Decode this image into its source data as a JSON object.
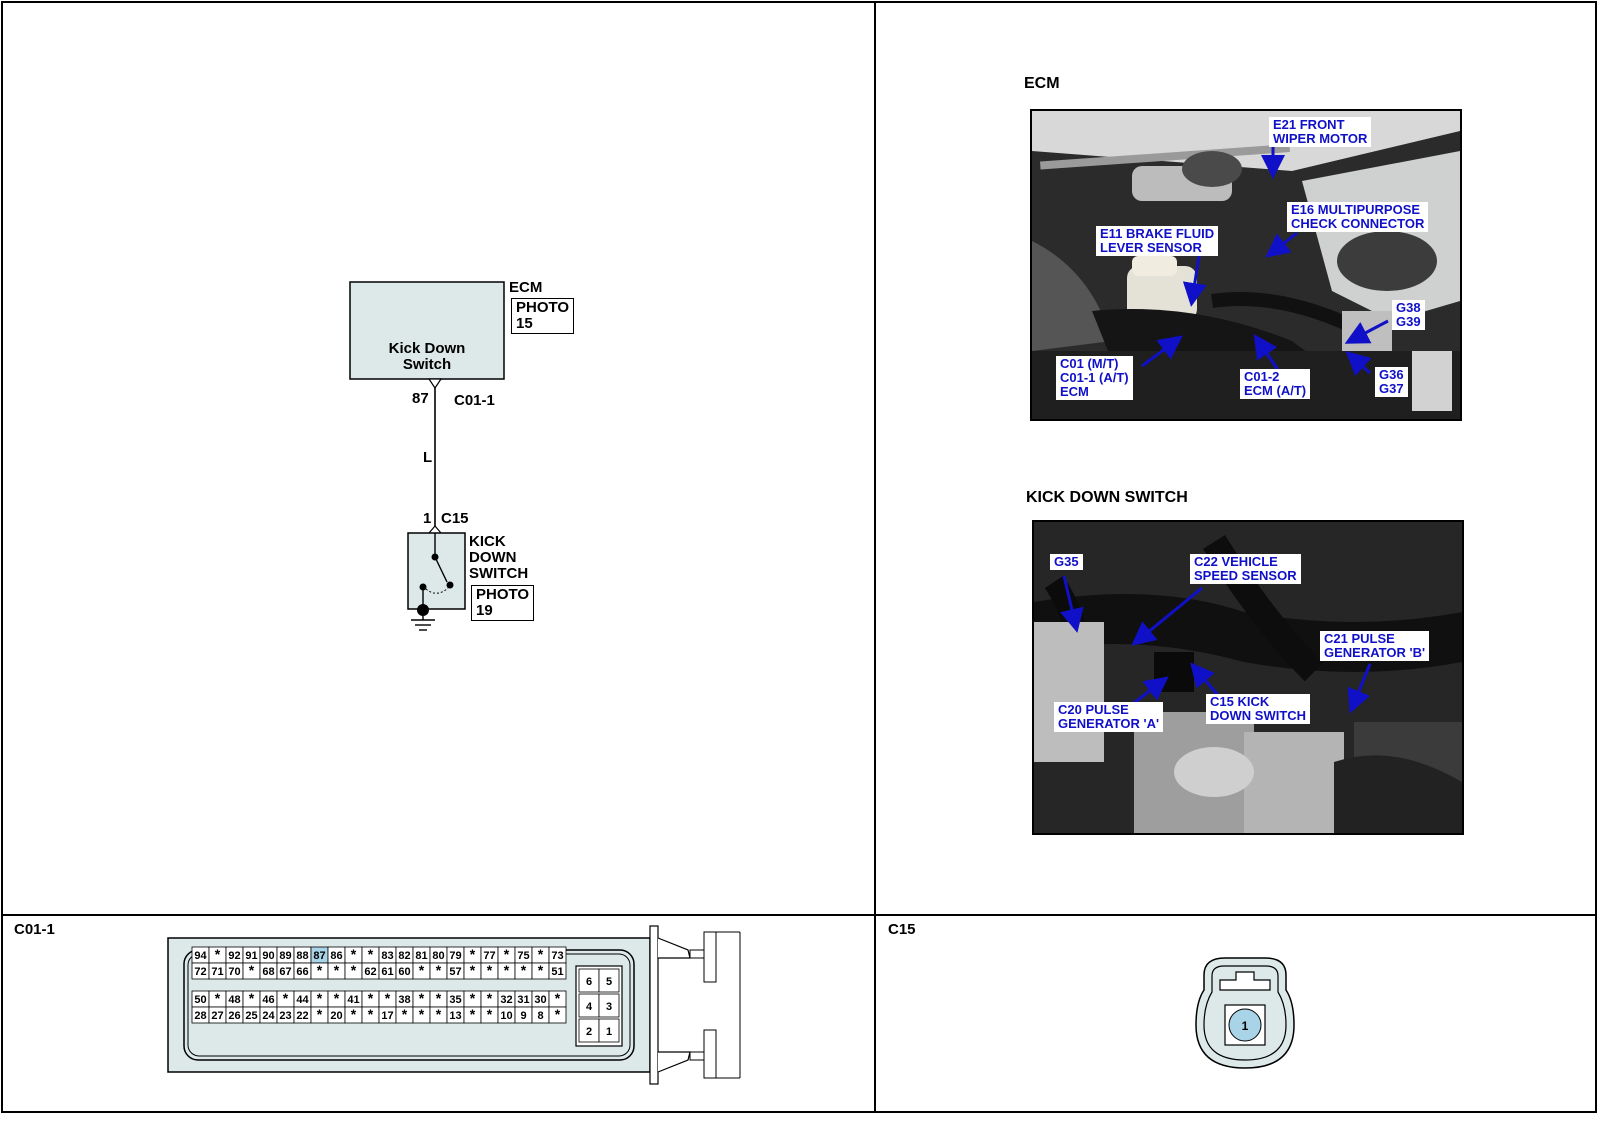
{
  "schematic": {
    "ecm_title": "ECM",
    "ecm_photo": "PHOTO\n15",
    "ecm_inner_label": "Kick Down\nSwitch",
    "pin_87": "87",
    "connector_c01": "C01-1",
    "wire_color": "L",
    "pin_1": "1",
    "connector_c15": "C15",
    "switch_label": "KICK\nDOWN\nSWITCH",
    "switch_photo": "PHOTO\n19"
  },
  "photos": {
    "ecm": {
      "title": "ECM",
      "callouts": {
        "e21": "E21 FRONT\nWIPER MOTOR",
        "e16": "E16 MULTIPURPOSE\nCHECK CONNECTOR",
        "e11": "E11 BRAKE FLUID\nLEVER SENSOR",
        "g38": "G38\nG39",
        "c01": "C01 (M/T)\nC01-1 (A/T)\nECM",
        "c012": "C01-2\nECM (A/T)",
        "g36": "G36\nG37"
      }
    },
    "kickdown": {
      "title": "KICK DOWN SWITCH",
      "callouts": {
        "g35": "G35",
        "c22": "C22 VEHICLE\nSPEED SENSOR",
        "c21": "C21 PULSE\nGENERATOR 'B'",
        "c20": "C20 PULSE\nGENERATOR 'A'",
        "c15": "C15 KICK\nDOWN SWITCH"
      }
    }
  },
  "connectors": {
    "c01_label": "C01-1",
    "c15_label": "C15",
    "c01_rows": [
      [
        "94",
        "*",
        "92",
        "91",
        "90",
        "89",
        "88",
        "87",
        "86",
        "*",
        "*",
        "83",
        "82",
        "81",
        "80",
        "79",
        "*",
        "77",
        "*",
        "75",
        "*",
        "73"
      ],
      [
        "72",
        "71",
        "70",
        "*",
        "68",
        "67",
        "66",
        "*",
        "*",
        "*",
        "62",
        "61",
        "60",
        "*",
        "*",
        "57",
        "*",
        "*",
        "*",
        "*",
        "*",
        "51"
      ],
      [
        "50",
        "*",
        "48",
        "*",
        "46",
        "*",
        "44",
        "*",
        "*",
        "41",
        "*",
        "*",
        "38",
        "*",
        "*",
        "35",
        "*",
        "*",
        "32",
        "31",
        "30",
        "*"
      ],
      [
        "28",
        "27",
        "26",
        "25",
        "24",
        "23",
        "22",
        "*",
        "20",
        "*",
        "*",
        "17",
        "*",
        "*",
        "*",
        "13",
        "*",
        "*",
        "10",
        "9",
        "8",
        "*"
      ]
    ],
    "c01_highlight": "87",
    "c01_side": [
      "6",
      "5",
      "4",
      "3",
      "2",
      "1"
    ],
    "c15_pin": "1",
    "highlight_color": "#a9d3e6",
    "connector_fill": "#dde8e8"
  }
}
